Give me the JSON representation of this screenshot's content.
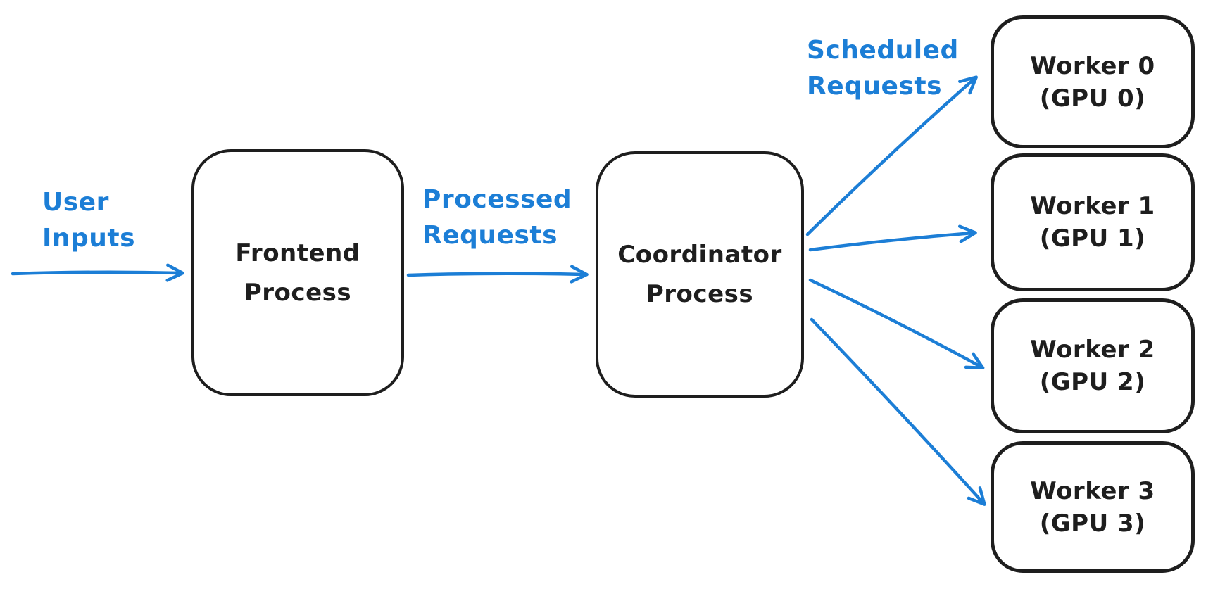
{
  "diagram": {
    "background": "#ffffff",
    "colors": {
      "accent_blue": "#1c7ed6",
      "ink_black": "#1e1e1e"
    },
    "nodes": {
      "frontend": {
        "label_line1": "Frontend",
        "label_line2": "Process"
      },
      "coordinator": {
        "label_line1": "Coordinator",
        "label_line2": "Process"
      },
      "workers": [
        {
          "label_line1": "Worker 0",
          "label_line2": "(GPU 0)"
        },
        {
          "label_line1": "Worker 1",
          "label_line2": "(GPU 1)"
        },
        {
          "label_line1": "Worker 2",
          "label_line2": "(GPU 2)"
        },
        {
          "label_line1": "Worker 3",
          "label_line2": "(GPU 3)"
        }
      ]
    },
    "edge_labels": {
      "user_inputs": {
        "line1": "User",
        "line2": "Inputs"
      },
      "processed_requests": {
        "line1": "Processed",
        "line2": "Requests"
      },
      "scheduled_requests": {
        "line1": "Scheduled",
        "line2": "Requests"
      }
    },
    "edges": [
      {
        "from": "external",
        "to": "frontend",
        "label": "User Inputs"
      },
      {
        "from": "frontend",
        "to": "coordinator",
        "label": "Processed Requests"
      },
      {
        "from": "coordinator",
        "to": "worker-0",
        "label": "Scheduled Requests"
      },
      {
        "from": "coordinator",
        "to": "worker-1",
        "label": "Scheduled Requests"
      },
      {
        "from": "coordinator",
        "to": "worker-2",
        "label": "Scheduled Requests"
      },
      {
        "from": "coordinator",
        "to": "worker-3",
        "label": "Scheduled Requests"
      }
    ]
  }
}
